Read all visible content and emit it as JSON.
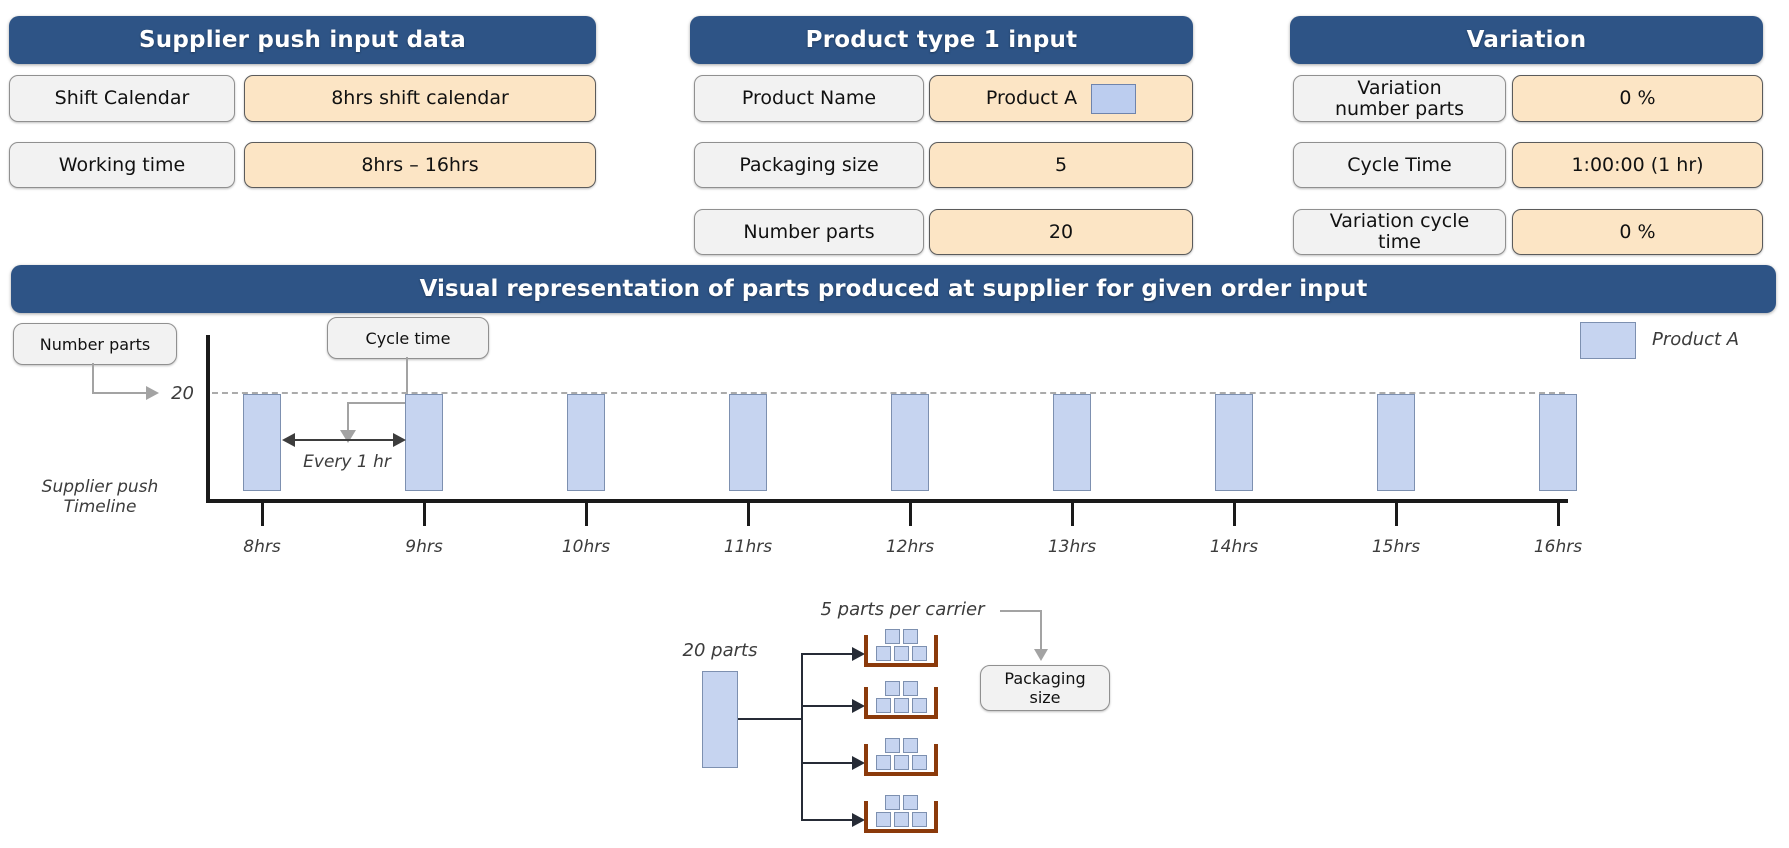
{
  "panels": [
    {
      "title": "Supplier push input data",
      "rows": [
        {
          "label": "Shift Calendar",
          "value": "8hrs shift calendar"
        },
        {
          "label": "Working time",
          "value": "8hrs – 16hrs"
        }
      ]
    },
    {
      "title": "Product type 1 input",
      "rows": [
        {
          "label": "Product Name",
          "value": "Product A",
          "swatch_color": "#bccdef"
        },
        {
          "label": "Packaging size",
          "value": "5"
        },
        {
          "label": "Number parts",
          "value": "20"
        }
      ]
    },
    {
      "title": "Variation",
      "rows": [
        {
          "label": "Variation\nnumber parts",
          "value": "0 %"
        },
        {
          "label": "Cycle Time",
          "value": "1:00:00 (1 hr)"
        },
        {
          "label": "Variation cycle\ntime",
          "value": "0 %"
        }
      ]
    }
  ],
  "chart_data": {
    "type": "bar",
    "title": "Visual representation of parts produced at supplier for given order input",
    "categories": [
      "8hrs",
      "9hrs",
      "10hrs",
      "11hrs",
      "12hrs",
      "13hrs",
      "14hrs",
      "15hrs",
      "16hrs"
    ],
    "values": [
      20,
      20,
      20,
      20,
      20,
      20,
      20,
      20,
      20
    ],
    "series_name": "Product A",
    "ylim": [
      0,
      20
    ],
    "y_gridline": {
      "value": 20,
      "label": "20",
      "style": "dashed"
    },
    "xlabel": "Supplier push\nTimeline",
    "legend": {
      "position": "top-right",
      "label": "Product A"
    },
    "annotations": [
      {
        "text": "Number parts",
        "points_to": "y-value 20"
      },
      {
        "text": "Cycle time",
        "points_to": "interval between bars"
      },
      {
        "text": "Every 1 hr",
        "points_to": "interval between bars"
      }
    ]
  },
  "packing": {
    "total_parts_label": "20 parts",
    "total_parts": 20,
    "per_carrier_label": "5 parts per carrier",
    "parts_per_carrier": 5,
    "num_carriers": 4,
    "packaging_size_label": "Packaging\nsize"
  },
  "colors": {
    "header_blue": "#2e5486",
    "label_box_fill": "#f2f2f2",
    "value_box_fill": "#fce5c5",
    "part_blue_fill": "#c6d4f0",
    "part_blue_border": "#7d90b0",
    "carrier_brown": "#8b3a0b",
    "connector_gray": "#a3a3a3",
    "axis_black": "#1a1a1a"
  }
}
